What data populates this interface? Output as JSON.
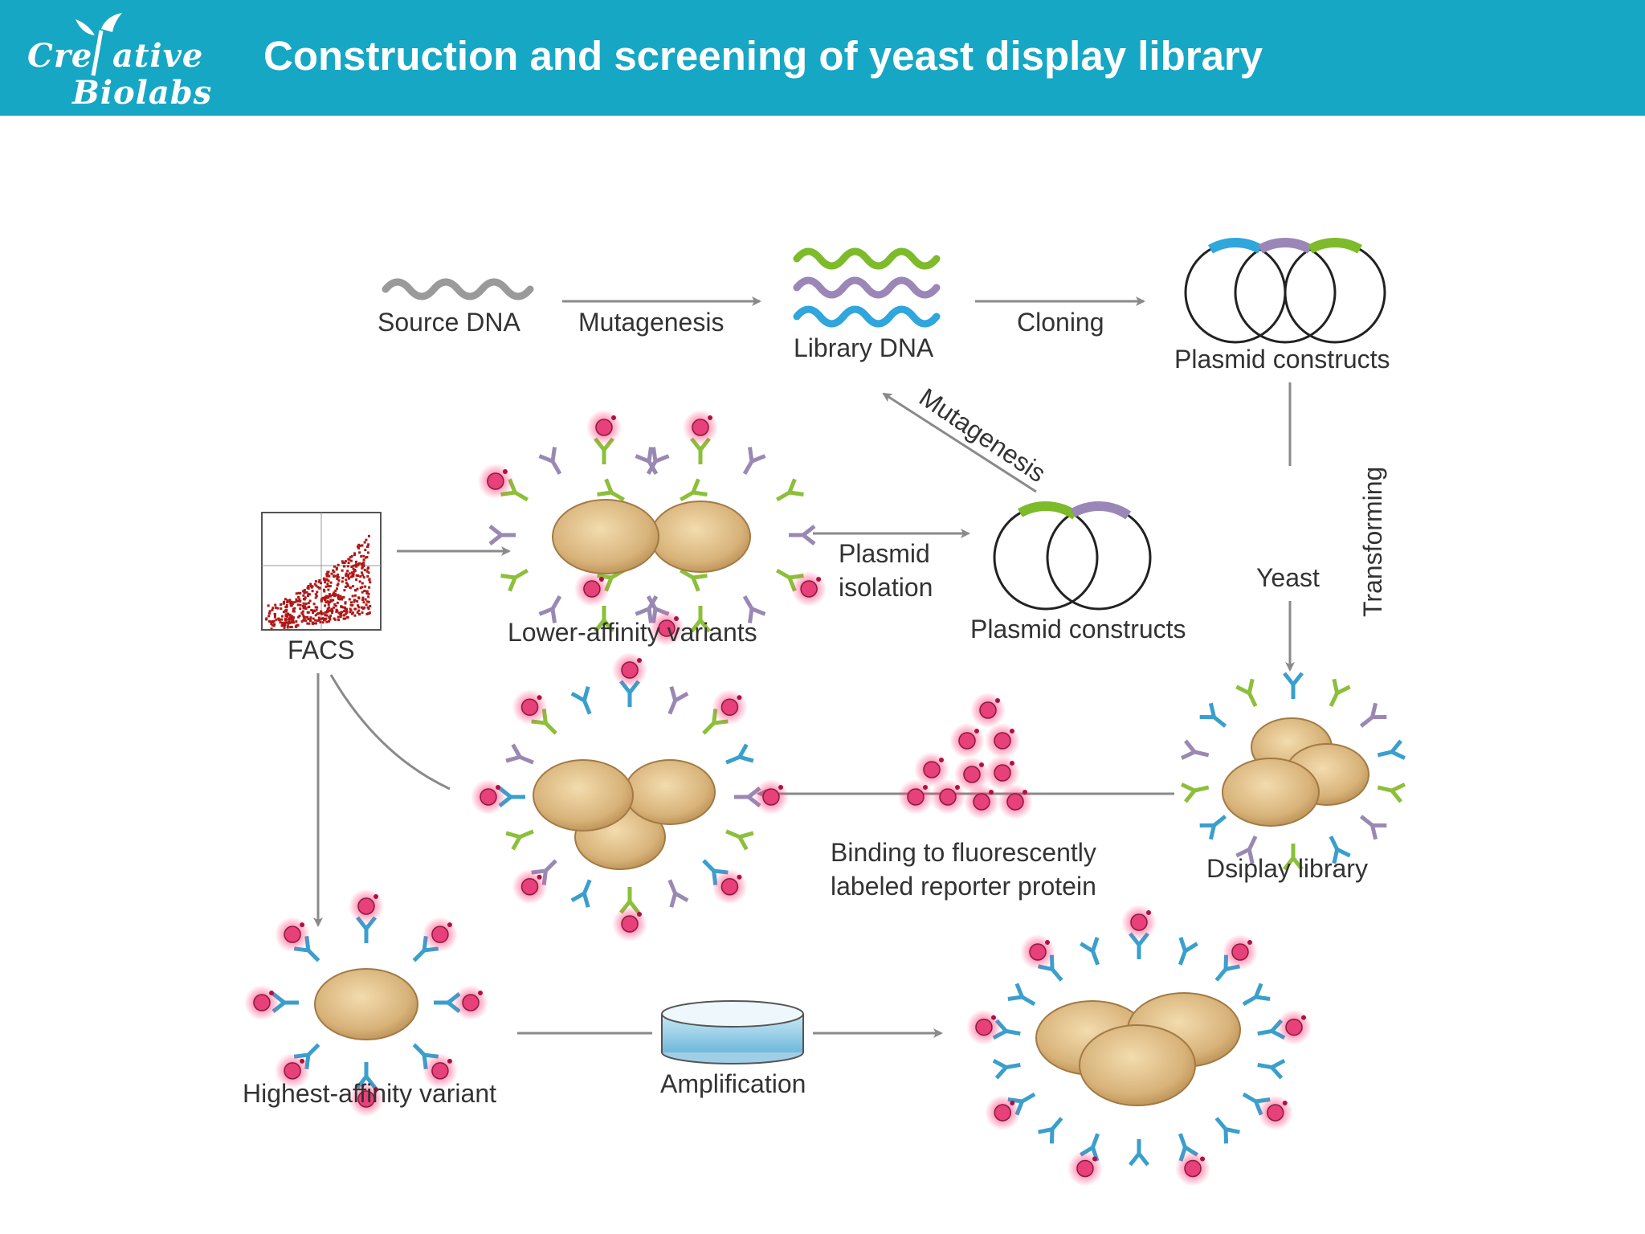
{
  "header": {
    "logo_line1": "Cre",
    "logo_line1b": "ative",
    "logo_line2": "Biolabs",
    "title": "Construction and screening of yeast display library"
  },
  "diagram": {
    "labels": {
      "source_dna": "Source DNA",
      "mutagenesis_top": "Mutagenesis",
      "library_dna": "Library DNA",
      "cloning": "Cloning",
      "plasmid_constructs_top": "Plasmid constructs",
      "mutagenesis_diag": "Mutagenesis",
      "yeast": "Yeast",
      "transforming": "Transforming",
      "facs": "FACS",
      "lower_affinity": "Lower-affinity variants",
      "plasmid_isolation_1": "Plasmid",
      "plasmid_isolation_2": "isolation",
      "plasmid_constructs_mid": "Plasmid constructs",
      "binding_1": "Binding to fluorescently",
      "binding_2": "labeled reporter protein",
      "display_library": "Dsiplay library",
      "highest_affinity": "Highest-affinity variant",
      "amplification": "Amplification"
    },
    "colors": {
      "header_bg": "#16a7c4",
      "wave_gray": "#9a9a9a",
      "wave_green": "#7dbb2a",
      "wave_purple": "#9b86b8",
      "wave_blue": "#2fa6dc",
      "cell_fill": "#d8b37a",
      "antibody_blue": "#3a9fcc",
      "antibody_green": "#8cbf3a",
      "antibody_purple": "#9a88b4",
      "reporter_pink": "#e8407a",
      "facs_red": "#b01818"
    }
  }
}
